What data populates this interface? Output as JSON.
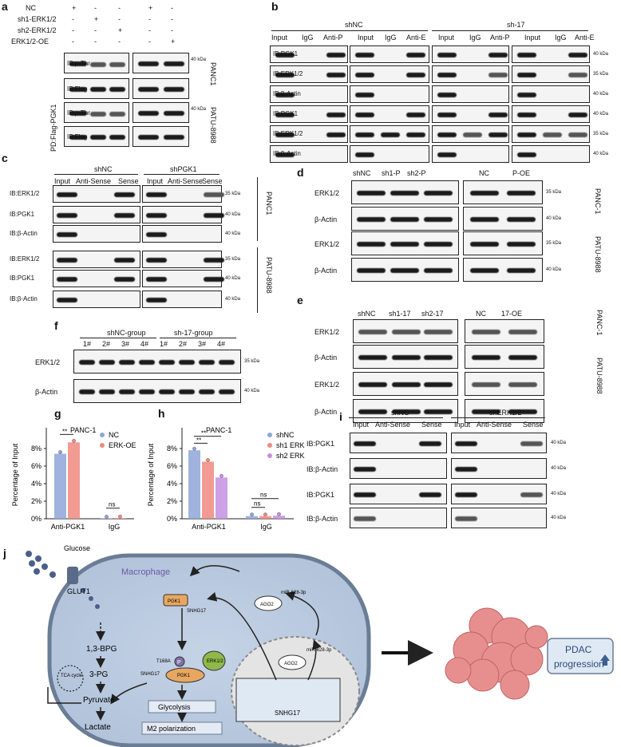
{
  "panels": {
    "a": {
      "letter": "a",
      "conditions": [
        "NC",
        "sh1-ERK1/2",
        "sh2-ERK1/2",
        "ERK1/2-OE"
      ],
      "grid": [
        [
          "+",
          "-",
          "-",
          "+",
          "-"
        ],
        [
          "-",
          "+",
          "-",
          "-",
          "-"
        ],
        [
          "-",
          "-",
          "+",
          "-",
          "-"
        ],
        [
          "-",
          "-",
          "-",
          "-",
          "+"
        ]
      ],
      "side_label": "PD:Flag-PGK1",
      "rows": [
        "IB:p-Thr",
        "IB:Flag",
        "IB:p-Thr",
        "IB:Flag"
      ],
      "cell_lines": [
        "PANC1",
        "PATU-8988"
      ],
      "kda": "40 kDa"
    },
    "b": {
      "letter": "b",
      "groups": [
        "shNC",
        "sh-17"
      ],
      "lanes": [
        "Input",
        "IgG",
        "Anti-P",
        "Input",
        "IgG",
        "Anti-E",
        "Input",
        "IgG",
        "Anti-P",
        "Input",
        "IgG",
        "Anti-E"
      ],
      "rows": [
        "IB:PGK1",
        "IB:ERK1/2",
        "IB:β-Actin",
        "IB:PGK1",
        "IB:ERK1/2",
        "IB:β-Actin"
      ],
      "kda": [
        "40 kDa",
        "35 kDa",
        "40 kDa",
        "40 kDa",
        "35 kDa",
        "40 kDa"
      ]
    },
    "c": {
      "letter": "c",
      "groups": [
        "shNC",
        "shPGK1"
      ],
      "lanes": [
        "Input",
        "Anti-Sense",
        "Sense",
        "Input",
        "Anti-Sense",
        "Sense"
      ],
      "rows": [
        "IB:ERK1/2",
        "IB:PGK1",
        "IB:β-Actin",
        "IB:ERK1/2",
        "IB:PGK1",
        "IB:β-Actin"
      ],
      "kda": [
        "35 kDa",
        "40 kDa",
        "40 kDa",
        "35 kDa",
        "40 kDa",
        "40 kDa"
      ],
      "cell_lines": [
        "PANC1",
        "PATU-8988"
      ]
    },
    "d": {
      "letter": "d",
      "lanes": [
        "shNC",
        "sh1-P",
        "sh2-P",
        "NC",
        "P-OE"
      ],
      "rows": [
        "ERK1/2",
        "β-Actin",
        "ERK1/2",
        "β-Actin"
      ],
      "kda": [
        "35 kDa",
        "40 kDa",
        "35 kDa",
        "40 kDa"
      ],
      "cell_lines": [
        "PANC-1",
        "PATU-8988"
      ]
    },
    "e": {
      "letter": "e",
      "lanes": [
        "shNC",
        "sh1-17",
        "sh2-17",
        "NC",
        "17-OE"
      ],
      "rows": [
        "ERK1/2",
        "β-Actin",
        "ERK1/2",
        "β-Actin"
      ],
      "cell_lines": [
        "PANC-1",
        "PATU-8988"
      ]
    },
    "f": {
      "letter": "f",
      "groups": [
        "shNC-group",
        "sh-17-group"
      ],
      "lanes": [
        "1#",
        "2#",
        "3#",
        "4#",
        "1#",
        "2#",
        "3#",
        "4#"
      ],
      "rows": [
        "ERK1/2",
        "β-Actin"
      ],
      "kda": [
        "35 kDa",
        "40 kDa"
      ]
    },
    "g": {
      "letter": "g"
    },
    "h": {
      "letter": "h"
    },
    "i": {
      "letter": "i",
      "groups": [
        "shNC",
        "shERK1/2"
      ],
      "lanes": [
        "Input",
        "Anti-Sense",
        "Sense",
        "Input",
        "Anti-Sense",
        "Sense"
      ],
      "rows": [
        "IB:PGK1",
        "IB:β-Actin",
        "IB:PGK1",
        "IB:β-Actin"
      ],
      "kda": "40 kDa"
    },
    "j": {
      "letter": "j",
      "glucose": "Glucose",
      "glut1": "GLUT1",
      "macrophage": "Macrophage",
      "bpg": "1,3-BPG",
      "pg3": "3-PG",
      "tca": "TCA cycle",
      "pyruvate": "Pyruvate",
      "lactate": "Lactate",
      "pgk1": "PGK1",
      "snhg17": "SNHG17",
      "t168a": "T168A",
      "p": "P",
      "erk12": "ERK1/2",
      "glycolysis": "Glycolysis",
      "m2": "M2 polarization",
      "ago2": "AGO2",
      "mir": "miR-628-3p",
      "pdac1": "PDAC",
      "pdac2": "progression"
    }
  },
  "chart_data": [
    {
      "panel": "g",
      "type": "bar",
      "title": "PANC-1",
      "categories": [
        "Anti-PGK1",
        "IgG"
      ],
      "series": [
        {
          "name": "NC",
          "values": [
            7.4,
            0.05
          ]
        },
        {
          "name": "ERK-OE",
          "values": [
            8.7,
            0.07
          ]
        }
      ],
      "ylabel": "Percentage of Input",
      "ylim": [
        0,
        10
      ],
      "yticks": [
        "0%",
        "2%",
        "4%",
        "6%",
        "8%"
      ],
      "significance": [
        "**",
        "ns"
      ],
      "colors": [
        "#8fa6d8",
        "#ef8a80"
      ]
    },
    {
      "panel": "h",
      "type": "bar",
      "title": "PANC-1",
      "categories": [
        "Anti-PGK1",
        "IgG"
      ],
      "series": [
        {
          "name": "shNC",
          "values": [
            7.8,
            0.3
          ]
        },
        {
          "name": "sh1 ERK",
          "values": [
            6.5,
            0.3
          ]
        },
        {
          "name": "sh2 ERK",
          "values": [
            4.7,
            0.35
          ]
        }
      ],
      "ylabel": "Percentage of Input",
      "ylim": [
        0,
        10
      ],
      "yticks": [
        "0%",
        "2%",
        "4%",
        "6%",
        "8%"
      ],
      "significance": [
        "**",
        "**",
        "ns",
        "ns"
      ],
      "colors": [
        "#8fa6d8",
        "#ef8a80",
        "#c58fe0"
      ]
    }
  ]
}
